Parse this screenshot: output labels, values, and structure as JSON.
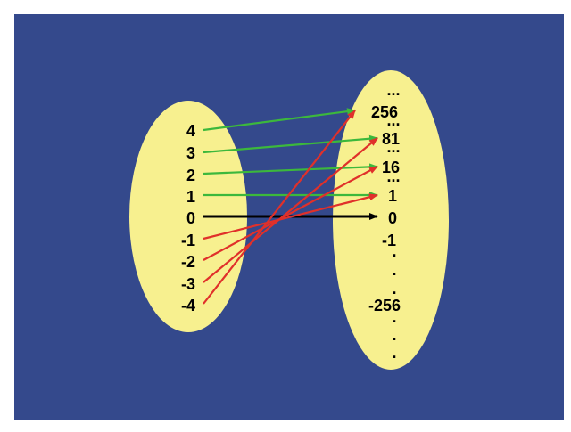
{
  "colors": {
    "background": "#34498c",
    "set": "#f7f08f",
    "positive_arrow": "#3cb83c",
    "negative_arrow": "#e0302a",
    "zero_arrow": "#000000",
    "text": "#000000"
  },
  "domain_set": {
    "elements": [
      "4",
      "3",
      "2",
      "1",
      "0",
      "-1",
      "-2",
      "-3",
      "-4"
    ]
  },
  "codomain_set": {
    "top_ellipsis": "...",
    "values": {
      "v256": "256",
      "v81": "81",
      "v16": "16",
      "v1": "1",
      "v0": "0",
      "vneg1": "-1",
      "vneg256": "-256"
    },
    "dots": "...",
    "dot": "."
  },
  "mappings": [
    {
      "from": "4",
      "to": "256",
      "kind": "positive"
    },
    {
      "from": "3",
      "to": "81",
      "kind": "positive"
    },
    {
      "from": "2",
      "to": "16",
      "kind": "positive"
    },
    {
      "from": "1",
      "to": "1",
      "kind": "positive"
    },
    {
      "from": "0",
      "to": "0",
      "kind": "zero"
    },
    {
      "from": "-1",
      "to": "1",
      "kind": "negative"
    },
    {
      "from": "-2",
      "to": "16",
      "kind": "negative"
    },
    {
      "from": "-3",
      "to": "81",
      "kind": "negative"
    },
    {
      "from": "-4",
      "to": "256",
      "kind": "negative"
    }
  ]
}
